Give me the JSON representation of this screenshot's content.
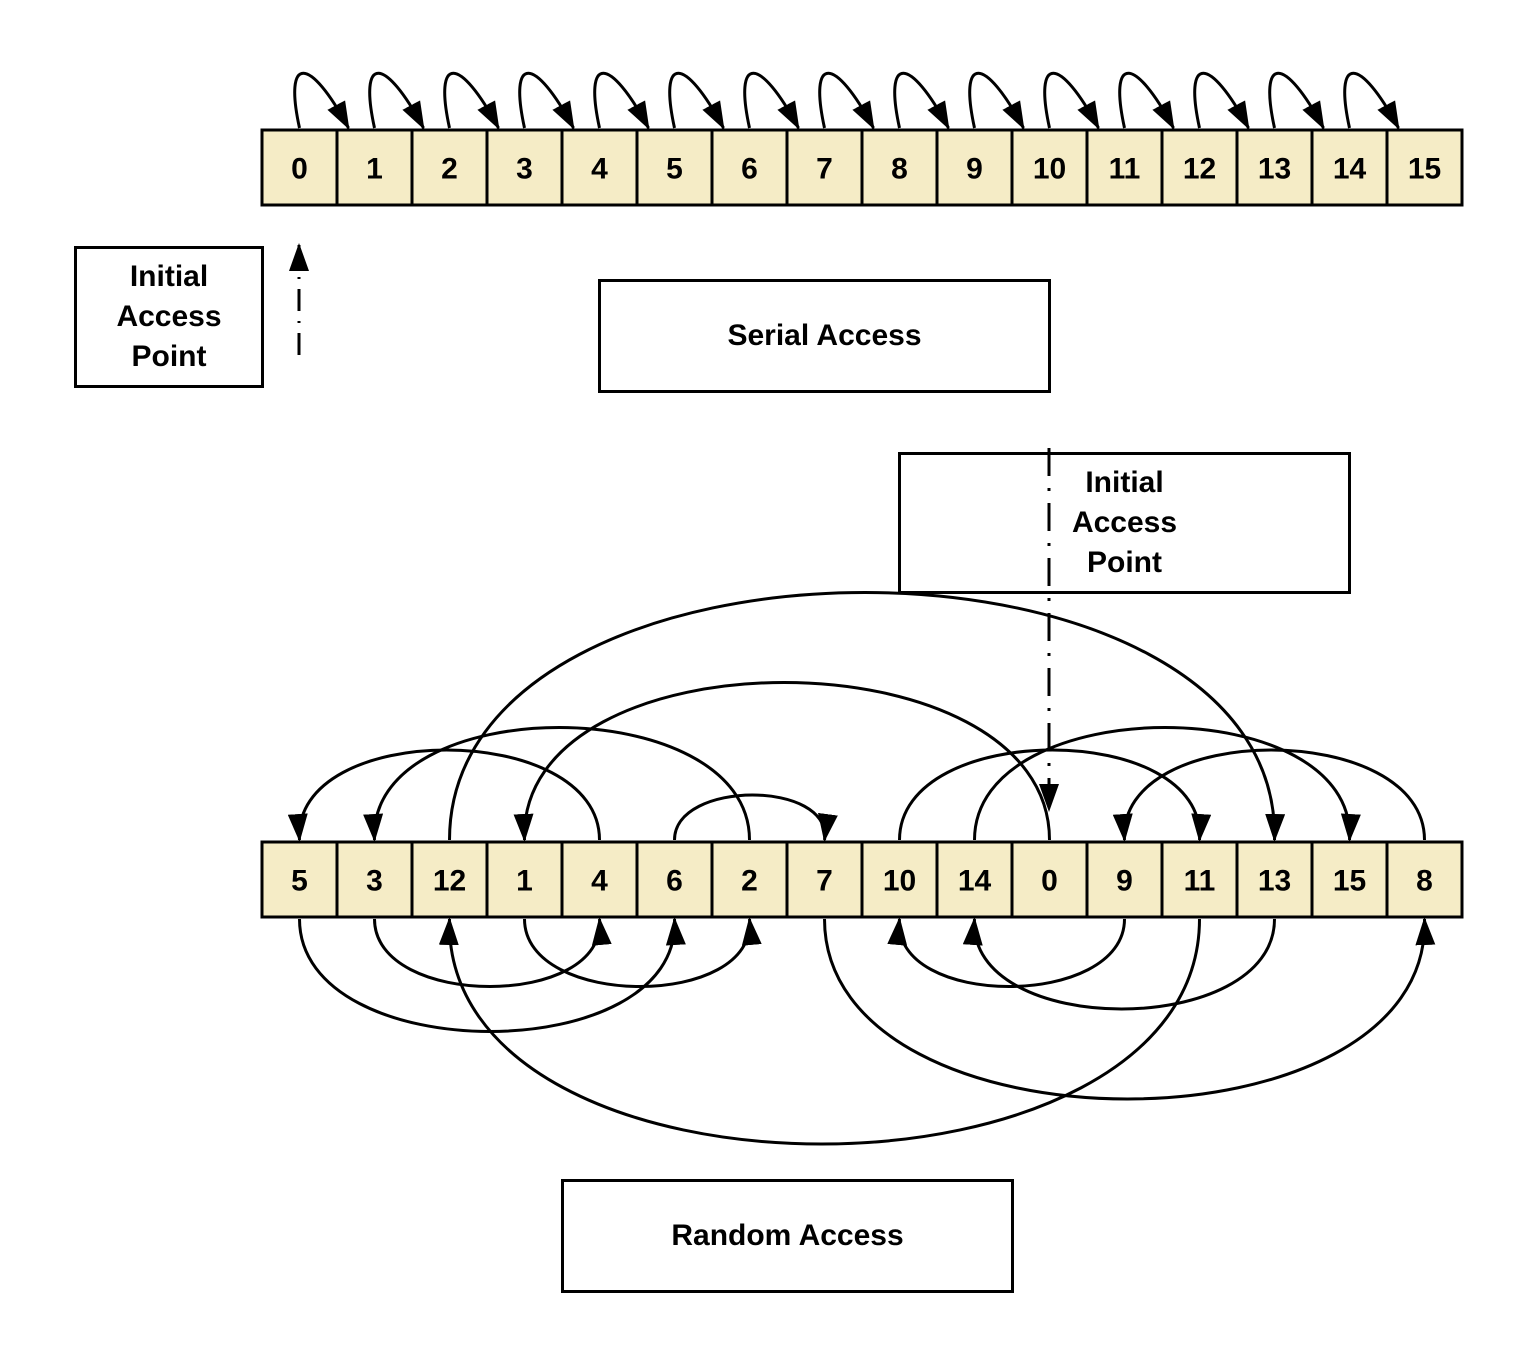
{
  "serial": {
    "values": [
      "0",
      "1",
      "2",
      "3",
      "4",
      "5",
      "6",
      "7",
      "8",
      "9",
      "10",
      "11",
      "12",
      "13",
      "14",
      "15"
    ],
    "label": "Serial Access",
    "initial_label": [
      "Initial",
      "Access",
      "Point"
    ]
  },
  "random": {
    "values": [
      "5",
      "3",
      "12",
      "1",
      "4",
      "6",
      "2",
      "7",
      "10",
      "14",
      "0",
      "9",
      "11",
      "13",
      "15",
      "8"
    ],
    "label": "Random Access",
    "initial_label": [
      "Initial",
      "Access",
      "Point"
    ]
  },
  "colors": {
    "cell_fill": "#f5ecc6",
    "stroke": "#000000"
  }
}
